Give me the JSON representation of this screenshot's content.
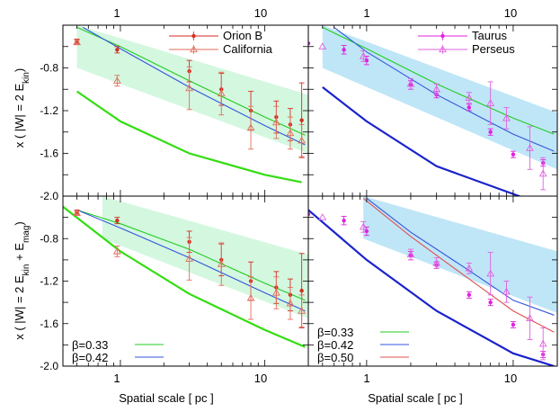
{
  "figure": {
    "x_axis_label": "Spatial scale [ pc ]",
    "top_tick_labels": [
      "1",
      "10"
    ],
    "bottom_tick_labels": [
      "1",
      "10"
    ],
    "y_tick_labels": [
      "-2.0",
      "-1.6",
      "-1.2",
      "-0.8"
    ],
    "y_label_top_main": "x  ( |W| = 2 E",
    "y_label_top_sub": "kin",
    "y_label_top_end": ")",
    "y_label_bottom_main": "x  ( |W| = 2 E",
    "y_label_bottom_sub1": "kin",
    "y_label_bottom_mid": " + E",
    "y_label_bottom_sub2": "mag",
    "y_label_bottom_end": ")"
  },
  "colors": {
    "orion": "#d62d20",
    "california": "#e26d5a",
    "taurus": "#e020e0",
    "perseus": "#e060e0",
    "green": "#22cc22",
    "green_dark": "#33dd11",
    "blue": "#3355dd",
    "blue_dark": "#1a22cc",
    "red": "#e05050",
    "fill_green": "#d4f7e0",
    "fill_blue": "#bfe6f7"
  },
  "chart_data": [
    {
      "type": "scatter",
      "panel": "top-left",
      "xscale": "log",
      "xlim": [
        0.4,
        20
      ],
      "ylim": [
        -2.0,
        -0.4
      ],
      "legend": [
        "Orion B",
        "California"
      ],
      "legend_position": "top-right",
      "band": {
        "x": [
          0.5,
          20
        ],
        "lower": [
          -0.8,
          -1.6
        ],
        "upper": [
          -0.4,
          -1.05
        ]
      },
      "series": [
        {
          "name": "Orion B",
          "marker": "dot",
          "points": [
            [
              0.5,
              -0.55,
              0.02
            ],
            [
              0.95,
              -0.63,
              0.03
            ],
            [
              3.0,
              -0.83,
              0.1
            ],
            [
              5.0,
              -1.0,
              0.15
            ],
            [
              8.0,
              -1.2,
              0.18
            ],
            [
              12.0,
              -1.26,
              0.15
            ],
            [
              15.0,
              -1.33,
              0.15
            ],
            [
              18.0,
              -1.29,
              0.35
            ]
          ]
        },
        {
          "name": "California",
          "marker": "triangle",
          "points": [
            [
              0.5,
              -0.56,
              0.02
            ],
            [
              0.95,
              -0.92,
              0.05
            ],
            [
              3.0,
              -0.99,
              0.2
            ],
            [
              5.0,
              -1.04,
              0.2
            ],
            [
              8.0,
              -1.36,
              0.2
            ],
            [
              12.0,
              -1.31,
              0.15
            ],
            [
              15.0,
              -1.41,
              0.15
            ],
            [
              18.0,
              -1.48,
              0.15
            ]
          ]
        }
      ],
      "lines": [
        {
          "color": "green",
          "width": 1,
          "points": [
            [
              0.5,
              -0.42
            ],
            [
              1,
              -0.6
            ],
            [
              3,
              -0.92
            ],
            [
              10,
              -1.26
            ],
            [
              19,
              -1.43
            ]
          ]
        },
        {
          "color": "blue",
          "width": 1,
          "points": [
            [
              0.55,
              -0.42
            ],
            [
              1,
              -0.62
            ],
            [
              3,
              -0.98
            ],
            [
              10,
              -1.34
            ],
            [
              19,
              -1.52
            ]
          ]
        },
        {
          "color": "green_dark",
          "width": 2,
          "points": [
            [
              0.5,
              -1.02
            ],
            [
              1,
              -1.3
            ],
            [
              3,
              -1.6
            ],
            [
              10,
              -1.8
            ],
            [
              18,
              -1.87
            ]
          ]
        }
      ]
    },
    {
      "type": "scatter",
      "panel": "top-right",
      "xscale": "log",
      "xlim": [
        0.4,
        20
      ],
      "ylim": [
        -2.0,
        -0.4
      ],
      "legend": [
        "Taurus",
        "Perseus"
      ],
      "legend_position": "top-right",
      "band": {
        "x": [
          0.5,
          20
        ],
        "lower": [
          -0.8,
          -1.75
        ],
        "upper": [
          -0.4,
          -1.22
        ]
      },
      "series": [
        {
          "name": "Taurus",
          "marker": "dot",
          "points": [
            [
              0.4,
              -0.57,
              0.0
            ],
            [
              0.7,
              -0.63,
              0.04
            ],
            [
              1.0,
              -0.73,
              0.04
            ],
            [
              2.0,
              -0.96,
              0.04
            ],
            [
              3.0,
              -1.05,
              0.03
            ],
            [
              5.0,
              -1.17,
              0.03
            ],
            [
              7.0,
              -1.4,
              0.03
            ],
            [
              10.0,
              -1.61,
              0.03
            ],
            [
              16.0,
              -1.69,
              0.03
            ]
          ]
        },
        {
          "name": "Perseus",
          "marker": "triangle",
          "points": [
            [
              0.5,
              -0.6,
              0.0
            ],
            [
              0.95,
              -0.69,
              0.05
            ],
            [
              2.0,
              -0.95,
              0.05
            ],
            [
              3.0,
              -1.0,
              0.05
            ],
            [
              5.0,
              -1.08,
              0.05
            ],
            [
              7.0,
              -1.13,
              0.2
            ],
            [
              9.0,
              -1.27,
              0.1
            ],
            [
              13.0,
              -1.55,
              0.2
            ],
            [
              16.0,
              -1.79,
              0.15
            ]
          ]
        }
      ],
      "lines": [
        {
          "color": "green",
          "width": 1,
          "points": [
            [
              0.5,
              -0.42
            ],
            [
              1,
              -0.62
            ],
            [
              3,
              -0.95
            ],
            [
              10,
              -1.27
            ],
            [
              19,
              -1.42
            ]
          ]
        },
        {
          "color": "blue",
          "width": 1,
          "points": [
            [
              0.6,
              -0.42
            ],
            [
              1,
              -0.65
            ],
            [
              3,
              -1.05
            ],
            [
              10,
              -1.42
            ],
            [
              19,
              -1.58
            ]
          ]
        },
        {
          "color": "blue_dark",
          "width": 2,
          "points": [
            [
              0.5,
              -0.98
            ],
            [
              1,
              -1.3
            ],
            [
              3,
              -1.72
            ],
            [
              10,
              -1.98
            ],
            [
              12,
              -2.02
            ]
          ]
        }
      ]
    },
    {
      "type": "scatter",
      "panel": "bottom-left",
      "xscale": "log",
      "xlim": [
        0.4,
        20
      ],
      "ylim": [
        -2.0,
        -0.4
      ],
      "legend": [
        "β=0.33",
        "β=0.42"
      ],
      "legend_position": "bottom-left",
      "band": {
        "x": [
          0.75,
          20
        ],
        "lower": [
          -0.8,
          -1.55
        ],
        "upper": [
          -0.4,
          -0.95
        ]
      },
      "series": [
        {
          "name": "Orion B",
          "marker": "dot",
          "points": [
            [
              0.5,
              -0.55,
              0.02
            ],
            [
              0.95,
              -0.63,
              0.03
            ],
            [
              3.0,
              -0.83,
              0.1
            ],
            [
              5.0,
              -1.0,
              0.15
            ],
            [
              8.0,
              -1.2,
              0.18
            ],
            [
              12.0,
              -1.26,
              0.15
            ],
            [
              15.0,
              -1.33,
              0.15
            ],
            [
              18.0,
              -1.29,
              0.35
            ]
          ]
        },
        {
          "name": "California",
          "marker": "triangle",
          "points": [
            [
              0.5,
              -0.56,
              0.02
            ],
            [
              0.95,
              -0.92,
              0.05
            ],
            [
              3.0,
              -0.99,
              0.2
            ],
            [
              5.0,
              -1.04,
              0.2
            ],
            [
              8.0,
              -1.36,
              0.2
            ],
            [
              12.0,
              -1.31,
              0.15
            ],
            [
              15.0,
              -1.41,
              0.15
            ],
            [
              18.0,
              -1.48,
              0.15
            ]
          ]
        }
      ],
      "lines": [
        {
          "color": "green",
          "width": 1,
          "points": [
            [
              0.5,
              -0.53
            ],
            [
              1,
              -0.66
            ],
            [
              3,
              -0.9
            ],
            [
              10,
              -1.22
            ],
            [
              19,
              -1.38
            ]
          ]
        },
        {
          "color": "blue",
          "width": 1,
          "points": [
            [
              0.5,
              -0.53
            ],
            [
              1,
              -0.7
            ],
            [
              3,
              -0.98
            ],
            [
              10,
              -1.31
            ],
            [
              19,
              -1.48
            ]
          ]
        },
        {
          "color": "green_dark",
          "width": 2,
          "points": [
            [
              0.4,
              -0.5
            ],
            [
              1,
              -0.92
            ],
            [
              3,
              -1.32
            ],
            [
              10,
              -1.66
            ],
            [
              19,
              -1.82
            ]
          ]
        }
      ],
      "key": [
        {
          "label": "β=0.33",
          "color": "green"
        },
        {
          "label": "β=0.42",
          "color": "blue"
        }
      ]
    },
    {
      "type": "scatter",
      "panel": "bottom-right",
      "xscale": "log",
      "xlim": [
        0.4,
        20
      ],
      "ylim": [
        -2.0,
        -0.4
      ],
      "legend": [
        "β=0.33",
        "β=0.42",
        "β=0.50"
      ],
      "legend_position": "bottom-left",
      "band": {
        "x": [
          0.95,
          20
        ],
        "lower": [
          -0.8,
          -1.5
        ],
        "upper": [
          -0.4,
          -0.92
        ]
      },
      "series": [
        {
          "name": "Taurus",
          "marker": "dot",
          "points": [
            [
              0.4,
              -0.57,
              0.0
            ],
            [
              0.7,
              -0.63,
              0.04
            ],
            [
              1.0,
              -0.73,
              0.04
            ],
            [
              2.0,
              -0.96,
              0.04
            ],
            [
              3.0,
              -1.05,
              0.03
            ],
            [
              5.0,
              -1.33,
              0.03
            ],
            [
              7.0,
              -1.4,
              0.03
            ],
            [
              10.0,
              -1.61,
              0.03
            ],
            [
              16.0,
              -1.89,
              0.03
            ]
          ]
        },
        {
          "name": "Perseus",
          "marker": "triangle",
          "points": [
            [
              0.5,
              -0.6,
              0.0
            ],
            [
              0.95,
              -0.69,
              0.05
            ],
            [
              2.0,
              -0.95,
              0.05
            ],
            [
              3.0,
              -1.03,
              0.05
            ],
            [
              5.0,
              -1.08,
              0.05
            ],
            [
              7.0,
              -1.13,
              0.2
            ],
            [
              9.0,
              -1.3,
              0.1
            ],
            [
              13.0,
              -1.55,
              0.2
            ],
            [
              16.0,
              -1.79,
              0.15
            ]
          ]
        }
      ],
      "lines": [
        {
          "color": "red",
          "width": 1,
          "points": [
            [
              0.95,
              -0.42
            ],
            [
              2,
              -0.78
            ],
            [
              5,
              -1.18
            ],
            [
              10,
              -1.48
            ],
            [
              19,
              -1.68
            ]
          ]
        },
        {
          "color": "blue",
          "width": 1,
          "points": [
            [
              1,
              -0.42
            ],
            [
              2,
              -0.74
            ],
            [
              5,
              -1.1
            ],
            [
              10,
              -1.38
            ],
            [
              19,
              -1.52
            ]
          ]
        },
        {
          "color": "blue_dark",
          "width": 2,
          "points": [
            [
              0.4,
              -0.53
            ],
            [
              1,
              -1.0
            ],
            [
              3,
              -1.48
            ],
            [
              10,
              -1.88
            ],
            [
              19,
              -2.0
            ]
          ]
        }
      ],
      "key": [
        {
          "label": "β=0.33",
          "color": "green"
        },
        {
          "label": "β=0.42",
          "color": "blue"
        },
        {
          "label": "β=0.50",
          "color": "red"
        }
      ]
    }
  ]
}
